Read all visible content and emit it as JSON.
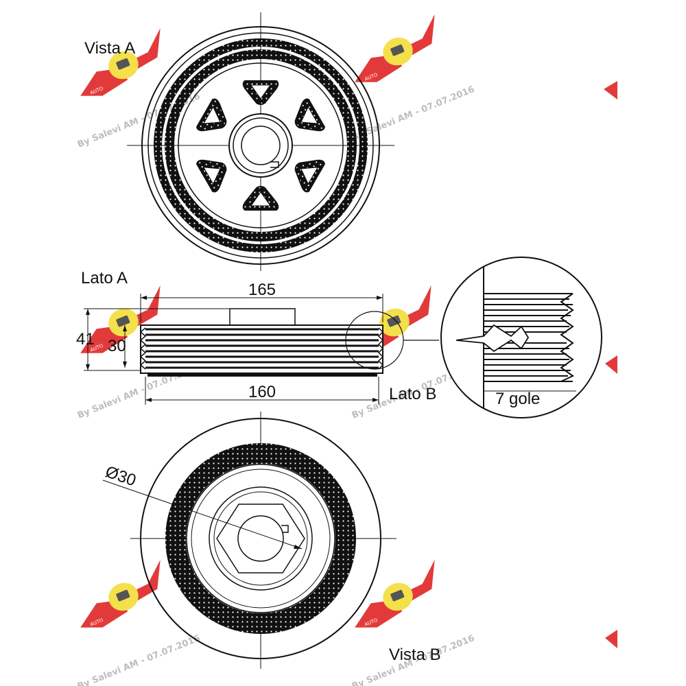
{
  "labels": {
    "view_a": "Vista A",
    "side_a": "Lato A",
    "side_b": "Lato B",
    "view_b": "Vista B",
    "grooves": "7 gole"
  },
  "dimensions": {
    "outer_width": "165",
    "inner_width": "160",
    "total_height": "41",
    "pulley_height": "30",
    "bore_diameter": "Ø30"
  },
  "watermark": {
    "text": "By Salevi AM - 07.07.2016"
  },
  "colors": {
    "ink": "#111111",
    "watermark_red": "#e23a3a",
    "watermark_yellow": "#f4e04a",
    "watermark_text": "#bdbdbd"
  }
}
